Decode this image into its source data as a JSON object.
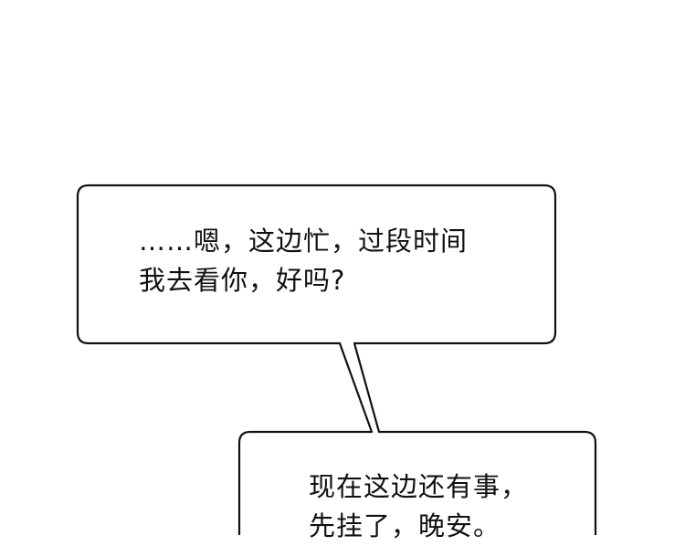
{
  "panel": {
    "background": "#ffffff",
    "stroke_color": "#111111"
  },
  "bubbles": [
    {
      "id": "top",
      "lines": [
        "……嗯，这边忙，过段时间",
        "我去看你，好吗?"
      ]
    },
    {
      "id": "bottom",
      "lines": [
        "现在这边还有事，",
        "先挂了，晚安。"
      ]
    }
  ]
}
